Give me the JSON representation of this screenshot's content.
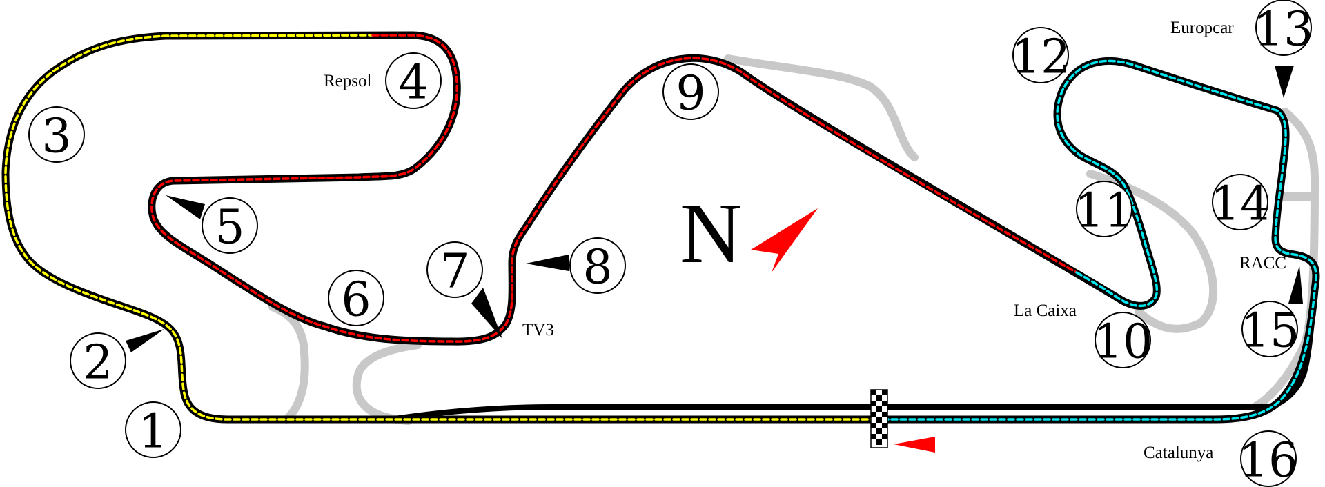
{
  "map": {
    "north_label": "N",
    "colors": {
      "sector_1": "#ffff00",
      "sector_2": "#ff0000",
      "sector_3": "#00e5ee",
      "track_outline": "#000000",
      "alternate_layout": "#c8c8c8",
      "north_arrow": "#ff0000",
      "direction_arrow": "#ff0000"
    },
    "corners": [
      "1",
      "2",
      "3",
      "4",
      "5",
      "6",
      "7",
      "8",
      "9",
      "10",
      "11",
      "12",
      "13",
      "14",
      "15",
      "16"
    ],
    "sponsors": {
      "c4": "Repsol",
      "c7": "TV3",
      "c10": "La Caixa",
      "c13": "Europcar",
      "c15": "RACC",
      "c16": "Catalunya"
    },
    "icons": [
      "start-finish-flag-icon",
      "north-arrow-icon",
      "race-direction-arrow-icon",
      "corner-pointer-icon"
    ]
  }
}
